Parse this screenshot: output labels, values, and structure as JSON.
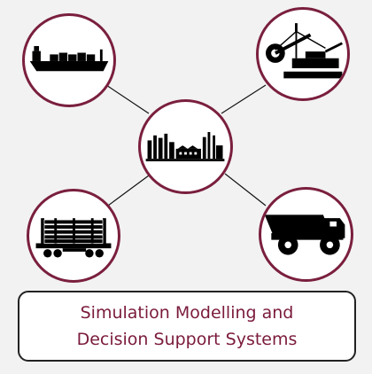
{
  "caption": {
    "line1": "Simulation Modelling and",
    "line2": "Decision Support Systems"
  },
  "nodes": [
    {
      "id": "center",
      "icon": "industrial-plant-icon"
    },
    {
      "id": "top-left",
      "icon": "cargo-ship-icon"
    },
    {
      "id": "top-right",
      "icon": "bucket-wheel-excavator-icon"
    },
    {
      "id": "bottom-left",
      "icon": "log-railcar-icon"
    },
    {
      "id": "bottom-right",
      "icon": "mining-dump-truck-icon"
    }
  ],
  "colors": {
    "accent": "#7a1f3d",
    "caption_text": "#7a1a3c",
    "icon_fill": "#000000",
    "background": "#f2f2f2"
  }
}
